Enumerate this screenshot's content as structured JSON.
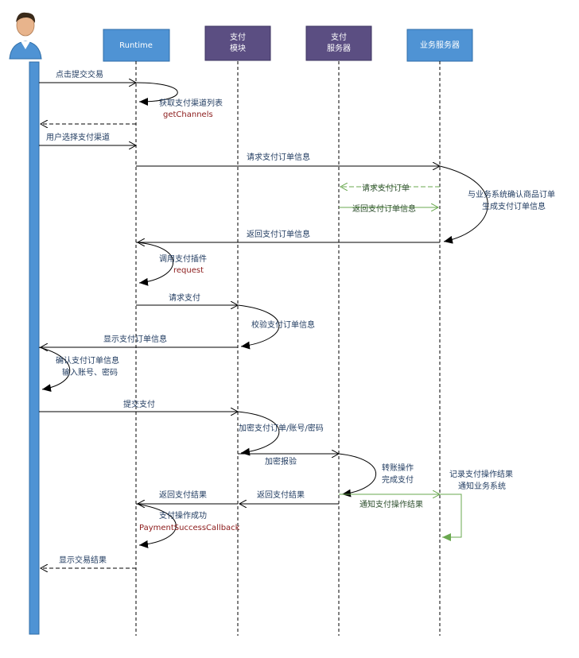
{
  "participants": [
    {
      "id": "runtime",
      "label_lines": [
        "Runtime"
      ],
      "color": "#4f93d4"
    },
    {
      "id": "pay_module",
      "label_lines": [
        "支付",
        "模块"
      ],
      "color": "#5b4e82"
    },
    {
      "id": "pay_server",
      "label_lines": [
        "支付",
        "服务器"
      ],
      "color": "#5b4e82"
    },
    {
      "id": "biz_server",
      "label_lines": [
        "业务服务器"
      ],
      "color": "#4f93d4"
    }
  ],
  "colors": {
    "line": "#000000",
    "green": "#6aa84f",
    "user_bar": "#4f93d4",
    "text": "#1f3a5f",
    "code": "#8b1a1a"
  },
  "messages": [
    {
      "id": "m1",
      "text": "点击提交交易"
    },
    {
      "id": "m2",
      "text": "获取支付渠道列表",
      "code": "getChannels"
    },
    {
      "id": "m3",
      "text": ""
    },
    {
      "id": "m4",
      "text": "用户选择支付渠道"
    },
    {
      "id": "m5",
      "text": "请求支付订单信息"
    },
    {
      "id": "m6",
      "text": "请求支付订单"
    },
    {
      "id": "m7",
      "text": "返回支付订单信息"
    },
    {
      "id": "m8",
      "lines": [
        "与业务系统确认商品订单",
        "生成支付订单信息"
      ]
    },
    {
      "id": "m9",
      "text": "返回支付订单信息"
    },
    {
      "id": "m10",
      "text": "调用支付插件",
      "code": "request"
    },
    {
      "id": "m11",
      "text": "请求支付"
    },
    {
      "id": "m12",
      "text": "校验支付订单信息"
    },
    {
      "id": "m13",
      "text": "显示支付订单信息"
    },
    {
      "id": "m14",
      "lines": [
        "确认支付订单信息",
        "输入账号、密码"
      ]
    },
    {
      "id": "m15",
      "text": "提交支付"
    },
    {
      "id": "m16",
      "text": "加密支付订单/账号/密码"
    },
    {
      "id": "m17",
      "text": "加密报验"
    },
    {
      "id": "m18",
      "lines": [
        "转账操作",
        "完成支付"
      ]
    },
    {
      "id": "m19",
      "text": "返回支付结果"
    },
    {
      "id": "m20",
      "text": "返回支付结果"
    },
    {
      "id": "m21",
      "text": "通知支付操作结果"
    },
    {
      "id": "m22",
      "lines": [
        "记录支付操作结果",
        "通知业务系统"
      ]
    },
    {
      "id": "m23",
      "text": "支付操作成功",
      "code": "PaymentSuccessCallback"
    },
    {
      "id": "m24",
      "text": "显示交易结果"
    }
  ]
}
